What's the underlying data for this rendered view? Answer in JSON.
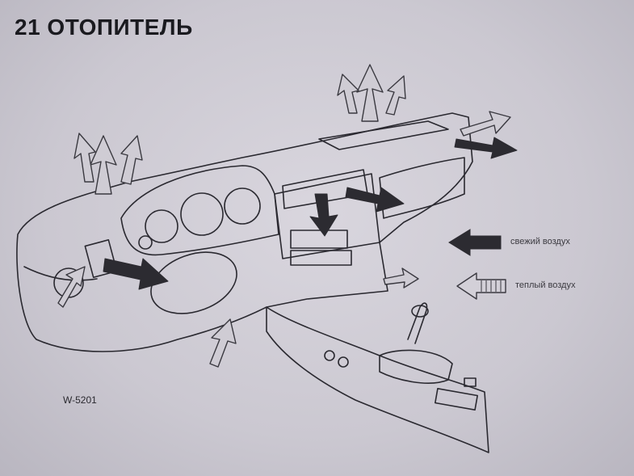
{
  "page": {
    "title": "21 ОТОПИТЕЛЬ",
    "figure_code": "W-5201"
  },
  "legend": {
    "fresh_air": "свежий воздух",
    "warm_air": "теплый воздух"
  }
}
